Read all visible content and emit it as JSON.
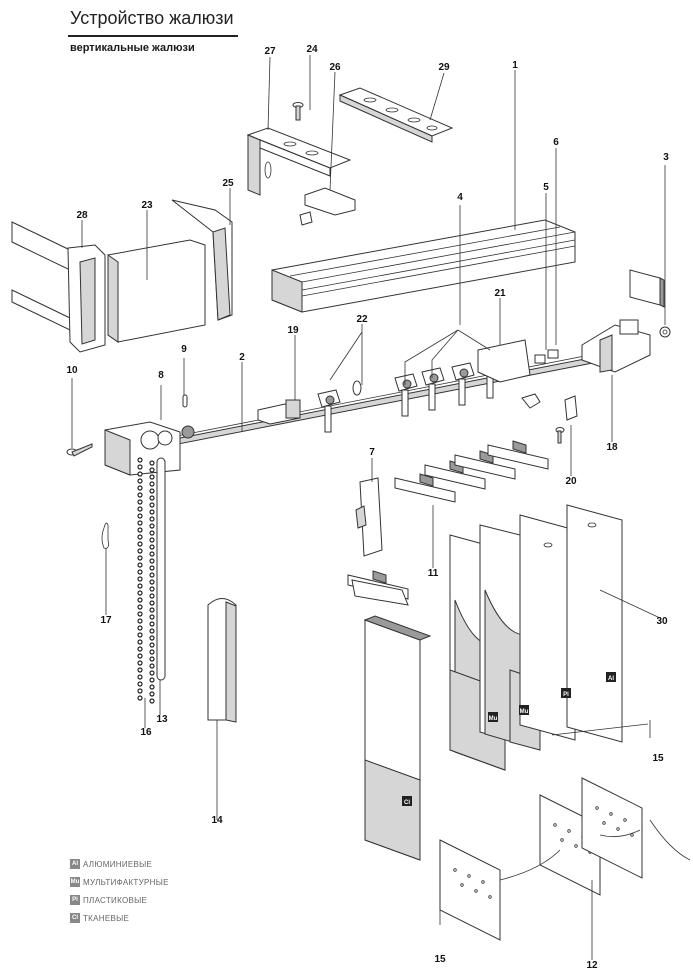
{
  "header": {
    "title": "Устройство жалюзи",
    "subtitle": "вертикальные жалюзи"
  },
  "callouts": [
    "1",
    "2",
    "3",
    "4",
    "5",
    "6",
    "7",
    "8",
    "9",
    "10",
    "11",
    "12",
    "13",
    "14",
    "15",
    "15",
    "15",
    "16",
    "17",
    "18",
    "19",
    "20",
    "21",
    "22",
    "23",
    "24",
    "25",
    "26",
    "27",
    "28",
    "29",
    "30"
  ],
  "legend": [
    {
      "code": "Al",
      "label": "АЛЮМИНИЕВЫЕ"
    },
    {
      "code": "Mu",
      "label": "МУЛЬТИФАКТУРНЫЕ"
    },
    {
      "code": "Pl",
      "label": "ПЛАСТИКОВЫЕ"
    },
    {
      "code": "Cl",
      "label": "ТКАНЕВЫЕ"
    }
  ],
  "material_marks": [
    "Mu",
    "Mu",
    "Pl",
    "Al",
    "Cl"
  ],
  "colors": {
    "badge": "#888888",
    "ink": "#222222"
  }
}
